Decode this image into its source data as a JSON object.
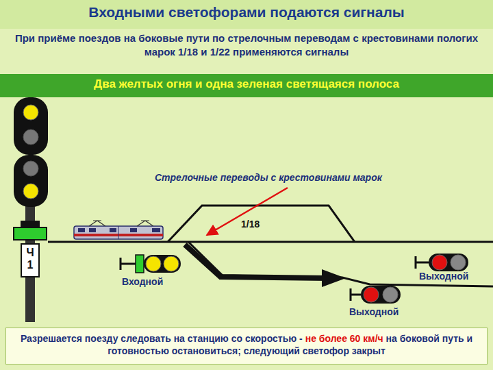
{
  "diagram": {
    "title": "Входными светофорами подаются сигналы",
    "nodes": [
      {
        "text": [
          "Два желтых огня и одна зеленая светящаяся полоса"
        ]
      },
      {
        "text": [
          "Ч 1"
        ]
      },
      {
        "text": [
          "Разрешается поезду следовать на станцию со скоростью -",
          "не более 60 км/ч",
          "на боковой путь и готовностью остановиться; следующий светофор закрыт"
        ]
      }
    ],
    "labels": [
      "При приёме поездов на боковые пути по стрелочным переводам с крестовинами пологих марок 1/18 и 1/22 применяются сигналы",
      "Стрелочные переводы с крестовинами марок",
      "1/18",
      "Входной",
      "Выходной",
      "Выходной"
    ]
  }
}
